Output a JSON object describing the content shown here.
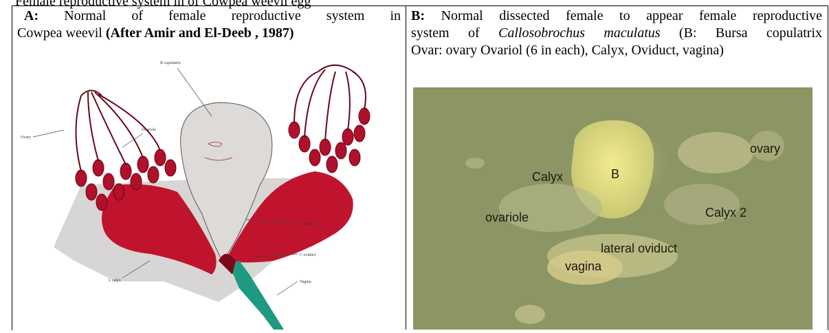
{
  "page": {
    "top_line": "Female reproductive system in of Cowpea weevil egg"
  },
  "panel_a": {
    "caption_lead": "A:",
    "caption_l1": "Normal   of female   reproductive system in",
    "caption_l2_plain": "Cowpea weevil ",
    "caption_l2_bold": "(After Amir and El-Deeb , 1987)",
    "labels": {
      "b_copulatrix": "B copulatrix",
      "ovary": "Ovary",
      "ovariole": "Ovariole",
      "l_oviduct": "L oviduct",
      "c_oviduct": "C oviduct",
      "l_calyx": "L calyx",
      "vagina": "Vagina"
    },
    "colors": {
      "ovary": "#c0142e",
      "bursa": "#dcdad8",
      "oviduct": "#1e9a82"
    }
  },
  "panel_b": {
    "caption_lead": "B:",
    "caption_l1": "Normal dissected female to appear female reproductive",
    "caption_l2_a": "system of ",
    "caption_l2_italic": "Callosobrochus maculatus",
    "caption_l2_b": " (B: Bursa copulatrix",
    "caption_l3": "Ovar: ovary Ovariol (6 in each), Calyx, Oviduct,  vagina)",
    "labels": {
      "ovary": "ovary",
      "calyx": "Calyx",
      "b": "B",
      "calyx2": "Calyx 2",
      "ovariole": "ovariole",
      "lateral_oviduct": "lateral oviduct",
      "vagina": "vagina"
    },
    "colors": {
      "background": "#8c9564",
      "tissue": "#e6e08a"
    }
  }
}
